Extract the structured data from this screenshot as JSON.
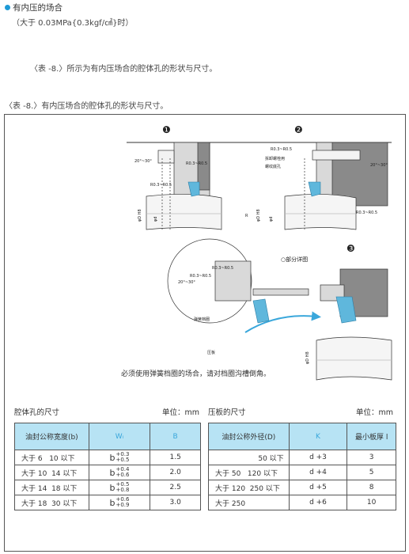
{
  "header": {
    "title": "有内压的场合",
    "subtitle": "（大于 0.03MPa{0.3kgf/㎠}时）"
  },
  "intro": "〈表 -8.〉所示为有内压场合的腔体孔的形状与尺寸。",
  "caption": "〈表 -8.〉有内压场合的腔体孔的形状与尺寸。",
  "figure": {
    "markers": [
      "❶",
      "❷",
      "❸"
    ],
    "labels": {
      "r1": "R0.3~R0.5",
      "r2": "R0.3~R0.5",
      "r3": "R0.3~R0.5",
      "r4": "R0.3~R0.5",
      "r5": "R0.3~R0.5",
      "r6": "R0.3~R0.5",
      "angle1": "20°~30°",
      "angle2": "20°~30°",
      "angle3": "20°~30°",
      "dh8_1": "φD H8",
      "dh8_2": "φD H8",
      "dh8_3": "φD H8",
      "d1": "φd",
      "d2": "φd",
      "r_dim": "R",
      "fold_hole": "拆卸螺栓用",
      "screw_hole": "螺纹底孔",
      "detail": "○部分详图",
      "spring_groove": "弹簧档圈",
      "plate": "压板"
    },
    "note": "必须使用弹簧档圈的场合，请对档圈沟槽倒角。"
  },
  "table_left": {
    "title": "腔体孔的尺寸",
    "unit": "单位：mm",
    "headers": [
      "油封公称宽度(b)",
      "Wᵢ",
      "B"
    ],
    "rows": [
      {
        "from": "大于 6",
        "to": "10 以下",
        "b": "b",
        "up": "+0.3",
        "lo": "+0.5",
        "B": "1.5"
      },
      {
        "from": "大于 10",
        "to": "14 以下",
        "b": "b",
        "up": "+0.4",
        "lo": "+0.6",
        "B": "2.0"
      },
      {
        "from": "大于 14",
        "to": "18 以下",
        "b": "b",
        "up": "+0.5",
        "lo": "+0.8",
        "B": "2.5"
      },
      {
        "from": "大于 18",
        "to": "30 以下",
        "b": "b",
        "up": "+0.6",
        "lo": "+0.9",
        "B": "3.0"
      }
    ]
  },
  "table_right": {
    "title": "压板的尺寸",
    "unit": "单位：mm",
    "headers": [
      "油封公称外径(D)",
      "K",
      "最小板厚 l"
    ],
    "rows": [
      {
        "from": "",
        "to": "50 以下",
        "K": "d +3",
        "t": "3"
      },
      {
        "from": "大于 50",
        "to": "120 以下",
        "K": "d +4",
        "t": "5"
      },
      {
        "from": "大于 120",
        "to": "250 以下",
        "K": "d +5",
        "t": "8"
      },
      {
        "from": "大于 250",
        "to": "",
        "K": "d +6",
        "t": "10"
      }
    ]
  },
  "colors": {
    "accent": "#1e9ad6",
    "header_bg": "#b7e3f4",
    "seal": "#5fb7dc"
  }
}
